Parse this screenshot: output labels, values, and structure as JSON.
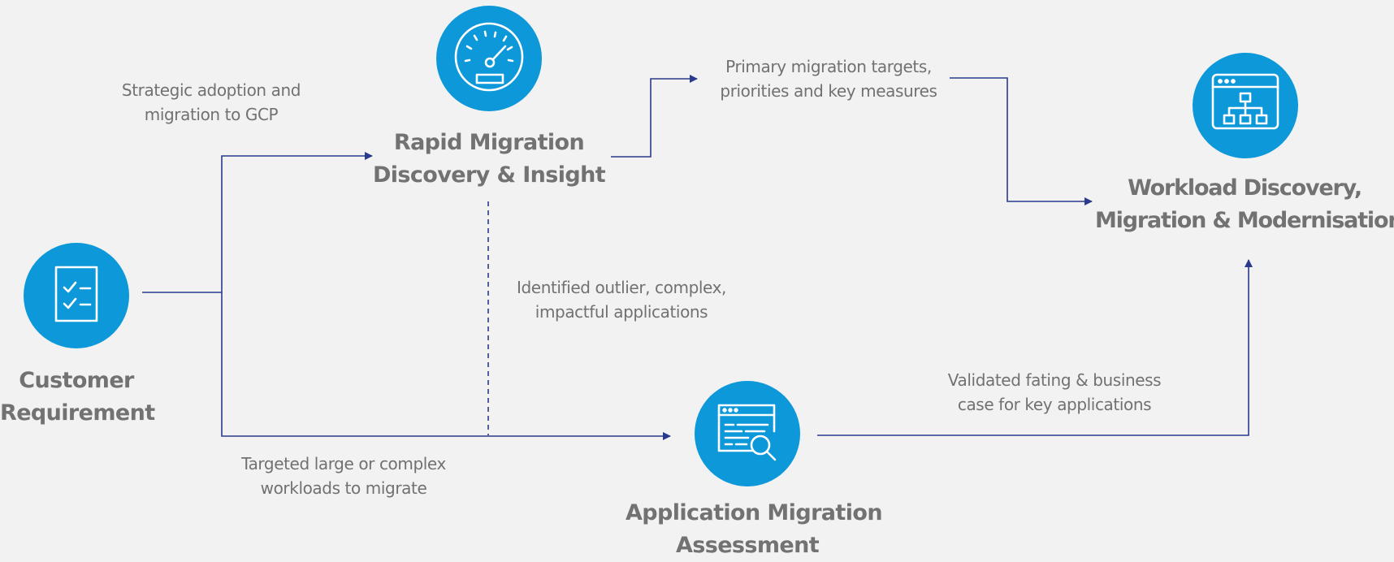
{
  "colors": {
    "background": "#f2f2f2",
    "node_fill": "#0d98d9",
    "connector": "#2b3a8c",
    "title_text": "#727272",
    "label_text": "#717171"
  },
  "nodes": {
    "customer": {
      "icon": "checklist-icon",
      "title_lines": [
        "Customer",
        "Requirement"
      ]
    },
    "rapid": {
      "icon": "speedometer-icon",
      "title_lines": [
        "Rapid Migration",
        "Discovery & Insight"
      ]
    },
    "app_assessment": {
      "icon": "browser-search-icon",
      "title_lines": [
        "Application Migration",
        "Assessment"
      ]
    },
    "workload": {
      "icon": "browser-hierarchy-icon",
      "title_lines": [
        "Workload Discovery,",
        "Migration & Modernisation"
      ]
    }
  },
  "edge_labels": {
    "strategic": [
      "Strategic adoption and",
      "migration to GCP"
    ],
    "targeted": [
      "Targeted large or complex",
      "workloads to migrate"
    ],
    "primary": [
      "Primary migration targets,",
      "priorities and key measures"
    ],
    "outlier": [
      "Identified outlier, complex,",
      "impactful applications"
    ],
    "validated": [
      "Validated fating & business",
      "case for key applications"
    ]
  }
}
